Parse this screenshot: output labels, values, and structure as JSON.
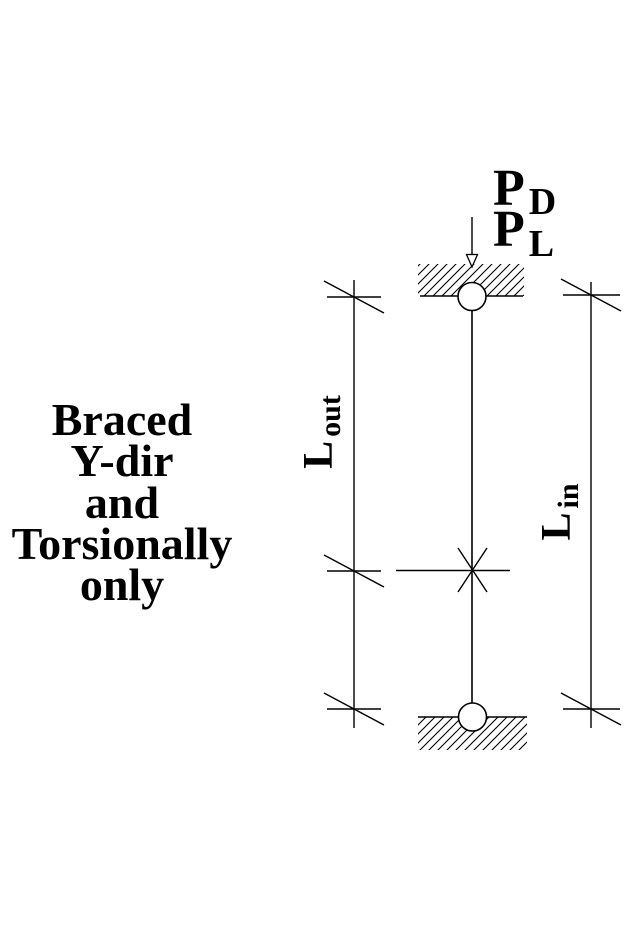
{
  "canvas": {
    "background_color": "#ffffff",
    "line_color": "#000000"
  },
  "note": {
    "lines": [
      "Braced",
      "Y-dir",
      "and",
      "Torsionally",
      "only"
    ]
  },
  "loads": {
    "dead": {
      "symbol": "P",
      "subscript": "D"
    },
    "live": {
      "symbol": "P",
      "subscript": "L"
    }
  },
  "dimensions": {
    "outer": {
      "symbol": "L",
      "subscript": "out"
    },
    "inner": {
      "symbol": "L",
      "subscript": "in"
    }
  }
}
